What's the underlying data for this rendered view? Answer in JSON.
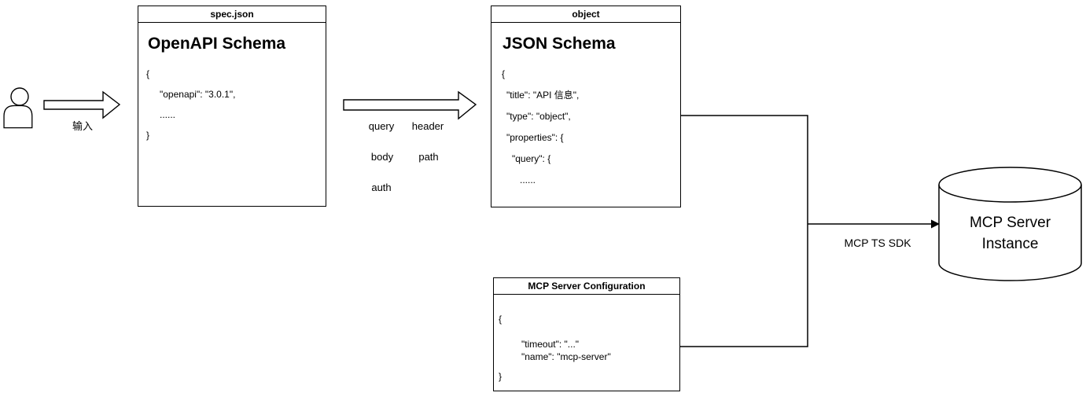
{
  "actor": {
    "input_label": "输入"
  },
  "spec_box": {
    "title": "spec.json",
    "heading": "OpenAPI Schema",
    "code": [
      "{",
      "\"openapi\": \"3.0.1\",",
      "......",
      "}"
    ]
  },
  "transform_labels": [
    "query",
    "header",
    "body",
    "path",
    "auth"
  ],
  "schema_box": {
    "title": "object",
    "heading": "JSON Schema",
    "code": [
      "{",
      "\"title\": \"API 信息\",",
      "\"type\": \"object\",",
      "\"properties\": {",
      "\"query\": {",
      "......"
    ]
  },
  "config_box": {
    "title": "MCP Server Configuration",
    "code": [
      "{",
      "\"timeout\": \"...\"",
      "\"name\": \"mcp-server\"",
      "}"
    ]
  },
  "sdk_arrow_label": "MCP TS SDK",
  "server_cylinder": {
    "line1": "MCP Server",
    "line2": "Instance"
  },
  "colors": {
    "stroke": "#000000",
    "background": "#ffffff",
    "text": "#000000"
  }
}
